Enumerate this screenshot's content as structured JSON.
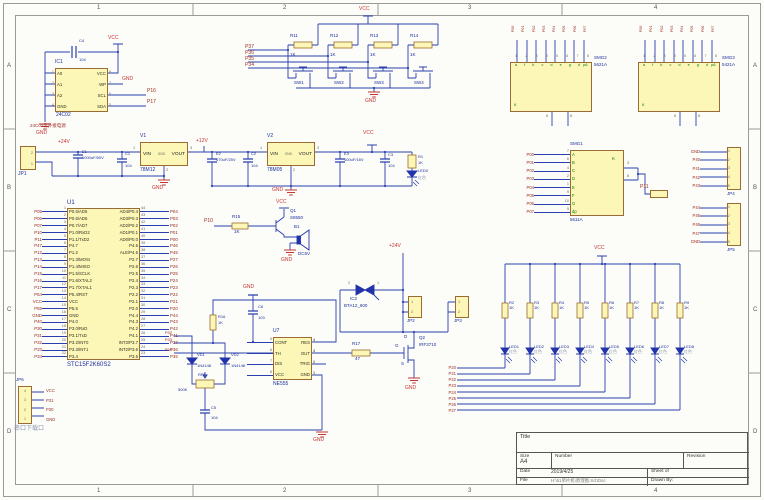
{
  "frame": {
    "cols": [
      "1",
      "2",
      "3",
      "4"
    ],
    "rows": [
      "A",
      "B",
      "C",
      "D"
    ]
  },
  "labels": {
    "vcc": "VCC",
    "gnd": "GND",
    "v24": "+24V",
    "v12": "+12V"
  },
  "eeprom": {
    "ref": "IC1",
    "part": "24C02",
    "note": "24C02需外接电源",
    "cap_ref": "C4",
    "cap_val": "104",
    "left": [
      {
        "num": "1",
        "name": "A0"
      },
      {
        "num": "2",
        "name": "A1"
      },
      {
        "num": "3",
        "name": "A2"
      },
      {
        "num": "4",
        "name": "GND"
      }
    ],
    "right": [
      {
        "num": "8",
        "name": "VCC"
      },
      {
        "num": "7",
        "name": "WP"
      },
      {
        "num": "6",
        "name": "SCL"
      },
      {
        "num": "5",
        "name": "SDA"
      }
    ],
    "net_scl": "P16",
    "net_sda": "P17"
  },
  "psu": {
    "jp1_ref": "JP1",
    "jp1_pins": [
      "2",
      "1"
    ],
    "e1_ref": "E1",
    "e1_val": "1000uF/50V",
    "c1_ref": "C1",
    "c1_val": "104",
    "v1_ref": "V1",
    "v1_part": "78M12",
    "v2_ref": "V2",
    "v2_part": "78M05",
    "vin": "VIN",
    "vout": "VOUT",
    "gnd": "GND",
    "pin1": "1",
    "pin2": "2",
    "pin3": "3",
    "e2_ref": "E2",
    "e2_val": "470uF/25V",
    "c2_ref": "C2",
    "c2_val": "104",
    "e3_ref": "E3",
    "e3_val": "100uF/16V",
    "c3_ref": "C3",
    "c3_val": "104",
    "r1_ref": "R1",
    "r1_val": "1K",
    "led0_ref": "LED0",
    "led0_note": "红色"
  },
  "mcu": {
    "ref": "U1",
    "part": "STC15F2K60S2",
    "left": [
      {
        "net": "P05",
        "num": "1",
        "name": "P0.5/AD5"
      },
      {
        "net": "P06",
        "num": "2",
        "name": "P0.6/AD6"
      },
      {
        "net": "P07",
        "num": "3",
        "name": "P0.7/AD7"
      },
      {
        "net": "P10",
        "num": "4",
        "name": "P1.0/RxD2"
      },
      {
        "net": "P11",
        "num": "5",
        "name": "P1.1/TxD2"
      },
      {
        "net": "P47",
        "num": "6",
        "name": "P4.7"
      },
      {
        "net": "P12",
        "num": "7",
        "name": "P1.2"
      },
      {
        "net": "P13",
        "num": "8",
        "name": "P1.3/MOSI"
      },
      {
        "net": "P14",
        "num": "9",
        "name": "P1.4/MISO"
      },
      {
        "net": "P15",
        "num": "10",
        "name": "P1.5/SCLK"
      },
      {
        "net": "P16",
        "num": "11",
        "name": "P1.6/XTAL2"
      },
      {
        "net": "P17",
        "num": "12",
        "name": "P1.7/XTAL1"
      },
      {
        "net": "P54",
        "num": "13",
        "name": "P5.4/RST"
      },
      {
        "net": "VCC",
        "num": "14",
        "name": "VCC"
      },
      {
        "net": "P55",
        "num": "15",
        "name": "P5.5"
      },
      {
        "net": "GND",
        "num": "16",
        "name": "GND"
      },
      {
        "net": "P40",
        "num": "17",
        "name": "P4.0"
      },
      {
        "net": "P30",
        "num": "18",
        "name": "P3.0/RxD"
      },
      {
        "net": "P31",
        "num": "19",
        "name": "P3.1/TxD"
      },
      {
        "net": "P32",
        "num": "20",
        "name": "P3.2/INT0"
      },
      {
        "net": "P33",
        "num": "21",
        "name": "P3.3/INT1"
      },
      {
        "net": "P34",
        "num": "22",
        "name": "P3.4"
      }
    ],
    "right": [
      {
        "net": "P04",
        "num": "44",
        "name": "AD4/P0.4"
      },
      {
        "net": "P03",
        "num": "43",
        "name": "AD3/P0.3"
      },
      {
        "net": "P02",
        "num": "42",
        "name": "AD2/P0.2"
      },
      {
        "net": "P01",
        "num": "41",
        "name": "AD1/P0.1"
      },
      {
        "net": "P00",
        "num": "40",
        "name": "AD0/P0.0"
      },
      {
        "net": "P46",
        "num": "39",
        "name": "P4.6"
      },
      {
        "net": "P45",
        "num": "38",
        "name": "ALE/P4.5"
      },
      {
        "net": "P27",
        "num": "37",
        "name": "P2.7"
      },
      {
        "net": "P26",
        "num": "36",
        "name": "P2.6"
      },
      {
        "net": "P25",
        "num": "35",
        "name": "P2.5"
      },
      {
        "net": "P24",
        "num": "34",
        "name": "P2.4"
      },
      {
        "net": "P23",
        "num": "33",
        "name": "P2.3"
      },
      {
        "net": "P22",
        "num": "32",
        "name": "P2.2"
      },
      {
        "net": "P21",
        "num": "31",
        "name": "P2.1"
      },
      {
        "net": "P20",
        "num": "30",
        "name": "P2.0"
      },
      {
        "net": "P44",
        "num": "29",
        "name": "P4.4"
      },
      {
        "net": "P43",
        "num": "28",
        "name": "P4.3"
      },
      {
        "net": "P42",
        "num": "27",
        "name": "P4.2"
      },
      {
        "net": "P41",
        "num": "26",
        "name": "P4.1"
      },
      {
        "net": "P37",
        "num": "25",
        "name": "INT3/P3.7"
      },
      {
        "net": "P36",
        "num": "24",
        "name": "INT2/P3.6"
      },
      {
        "net": "P35",
        "num": "23",
        "name": "P3.5"
      }
    ]
  },
  "keys": {
    "nets": [
      "P37",
      "P36",
      "P35",
      "P34"
    ],
    "rs": [
      {
        "ref": "R11",
        "val": "1K"
      },
      {
        "ref": "R12",
        "val": "1K"
      },
      {
        "ref": "R13",
        "val": "1K"
      },
      {
        "ref": "R14",
        "val": "1K"
      }
    ],
    "sws": [
      "SW1",
      "SW2",
      "SW3",
      "SW4"
    ]
  },
  "buzzer": {
    "net": "P10",
    "r_ref": "R15",
    "r_val": "1K",
    "q_ref": "Q1",
    "q_part": "S8550",
    "b_ref": "B1",
    "b_val": "DC5V"
  },
  "t555": {
    "ref": "U7",
    "part": "NE555",
    "left": [
      {
        "num": "5",
        "name": "CONT"
      },
      {
        "num": "6",
        "name": "TH"
      },
      {
        "num": "7",
        "name": "DIS"
      },
      {
        "num": "8",
        "name": "VCC"
      }
    ],
    "right": [
      {
        "num": "4",
        "name": "RES"
      },
      {
        "num": "3",
        "name": "OUT"
      },
      {
        "num": "2",
        "name": "TRIG"
      },
      {
        "num": "1",
        "name": "GND"
      }
    ],
    "c6_ref": "C6",
    "c6_val": "103",
    "r16_ref": "R16",
    "r16_val": "1K",
    "vd1_ref": "VD1",
    "vd1_part": "1N4148",
    "vd2_ref": "VD2",
    "vd2_part": "1N4148",
    "rp1_ref": "RP1",
    "rp1_val": "500K",
    "c5_ref": "C5",
    "c5_val": "104",
    "nets": [
      "P32",
      "P33",
      "P34"
    ]
  },
  "pout": {
    "ic2_ref": "IC2",
    "ic2_part": "BTA12_600",
    "p1": "1",
    "p2": "2",
    "jp2": "JP2",
    "jp3": "JP3",
    "jp_pins": [
      "1",
      "2"
    ],
    "q2_ref": "Q2",
    "q2_part": "IRF3710",
    "d": "D",
    "g": "G",
    "s": "S",
    "r17_ref": "R17",
    "r17_val": "47"
  },
  "bank": {
    "items": [
      {
        "r": "R2",
        "v": "1K",
        "led": "LED1",
        "cn": "红色"
      },
      {
        "r": "R3",
        "v": "1K",
        "led": "LED2",
        "cn": "红色"
      },
      {
        "r": "R4",
        "v": "1K",
        "led": "LED3",
        "cn": "红色"
      },
      {
        "r": "R5",
        "v": "1K",
        "led": "LED4",
        "cn": "红色"
      },
      {
        "r": "R6",
        "v": "1K",
        "led": "LED5",
        "cn": "红色"
      },
      {
        "r": "R7",
        "v": "1K",
        "led": "LED6",
        "cn": "红色"
      },
      {
        "r": "R8",
        "v": "1K",
        "led": "LED7",
        "cn": "红色"
      },
      {
        "r": "R9",
        "v": "1K",
        "led": "LED8",
        "cn": "红色"
      }
    ],
    "nets": [
      "P20",
      "P21",
      "P22",
      "P23",
      "P24",
      "P25",
      "P26",
      "P27"
    ]
  },
  "disp": {
    "smg2": {
      "ref": "SMG2",
      "part": "5621A",
      "nets": [
        "P00",
        "P01",
        "P02",
        "P03",
        "P04",
        "P05",
        "P06",
        "P07"
      ],
      "pins": [
        "1",
        "2",
        "3",
        "4",
        "5",
        "6",
        "7",
        "8"
      ],
      "bot": [
        "6",
        "8"
      ],
      "segs": "a f b c d e g dp",
      "a": "A",
      "k": "K"
    },
    "smg3": {
      "ref": "SMG3",
      "part": "5421A",
      "nets": [
        "P00",
        "P01",
        "P02",
        "P03",
        "P04",
        "P05",
        "P06",
        "P07"
      ],
      "pins": [
        "1",
        "2",
        "3",
        "4",
        "5",
        "6",
        "7",
        "8"
      ],
      "bot": [
        "6",
        "8"
      ],
      "segs": "a f b c d e g dp",
      "a": "A",
      "k": "K"
    },
    "smg1": {
      "ref": "SMG1",
      "part": "5611A",
      "k": "K",
      "kp": [
        "3",
        "8"
      ],
      "knet": "P11",
      "rows": [
        {
          "net": "P00",
          "num": "7",
          "seg": "A"
        },
        {
          "net": "P01",
          "num": "6",
          "seg": "B"
        },
        {
          "net": "P02",
          "num": "4",
          "seg": "C"
        },
        {
          "net": "P03",
          "num": "2",
          "seg": "D"
        },
        {
          "net": "P04",
          "num": "1",
          "seg": "E"
        },
        {
          "net": "P05",
          "num": "9",
          "seg": "F"
        },
        {
          "net": "P06",
          "num": "10",
          "seg": "G"
        },
        {
          "net": "P07",
          "num": "5",
          "seg": "dp"
        }
      ]
    }
  },
  "jp4": {
    "ref": "JP4",
    "rows": [
      {
        "net": "GND",
        "num": "1"
      },
      {
        "net": "P40",
        "num": "2"
      },
      {
        "net": "P41",
        "num": "3"
      },
      {
        "net": "P42",
        "num": "4"
      },
      {
        "net": "P43",
        "num": "5"
      }
    ]
  },
  "jp5": {
    "ref": "JP5",
    "rows": [
      {
        "net": "P44",
        "num": "1"
      },
      {
        "net": "P45",
        "num": "2"
      },
      {
        "net": "P46",
        "num": "3"
      },
      {
        "net": "P47",
        "num": "4"
      },
      {
        "net": "GND",
        "num": "5"
      }
    ]
  },
  "jp6": {
    "ref": "JP6",
    "note": "串口下载口",
    "rows": [
      {
        "net": "VCC",
        "num": "4"
      },
      {
        "net": "P31",
        "num": "3"
      },
      {
        "net": "P30",
        "num": "2"
      },
      {
        "net": "GND",
        "num": "1"
      }
    ]
  },
  "tb": {
    "title": "Title",
    "size_l": "Size",
    "size": "A4",
    "number_l": "Number",
    "rev_l": "Revision",
    "date_l": "Date",
    "date": "2019/4/25",
    "sheet_l": "Sheet  of",
    "file_l": "File",
    "file": "H:\\51单片机\\原理图.SchDoc",
    "drawn_l": "Drawn By:"
  }
}
